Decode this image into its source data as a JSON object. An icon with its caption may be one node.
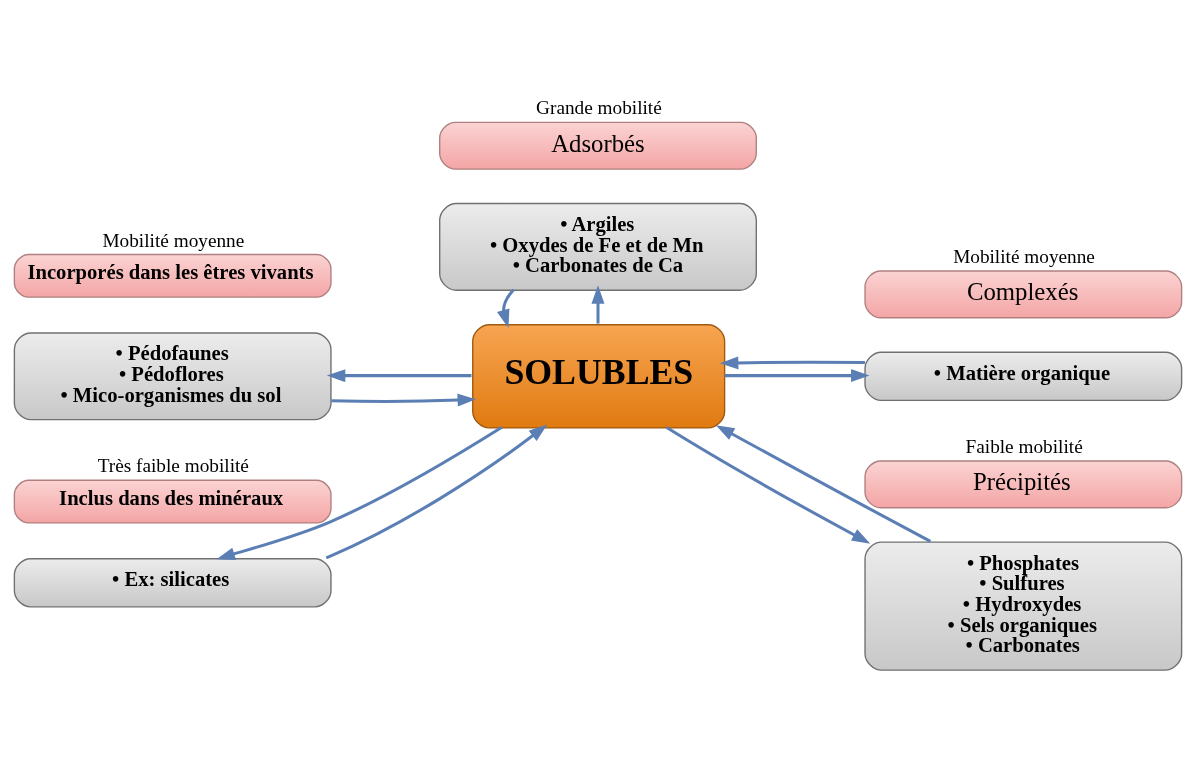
{
  "diagram": {
    "nodes": [
      {
        "text": [
          "Adsorbés"
        ],
        "beside": [
          "Grande mobilité"
        ]
      },
      {
        "text": [
          "• Argiles",
          "• Oxydes de Fe et de Mn",
          "• Carbonates de Ca"
        ]
      },
      {
        "text": [
          "Incorporés dans les êtres vivants"
        ],
        "beside": [
          "Mobilité moyenne"
        ]
      },
      {
        "text": [
          "• Pédofaunes",
          "• Pédoflores",
          "• Mico-organismes du sol"
        ]
      },
      {
        "text": [
          "Complexés"
        ],
        "beside": [
          "Mobilité moyenne"
        ]
      },
      {
        "text": [
          "• Matière organique"
        ]
      },
      {
        "text": [
          "SOLUBLES"
        ]
      },
      {
        "text": [
          "Précipités"
        ],
        "beside": [
          "Faible mobilité"
        ]
      },
      {
        "text": [
          "• Phosphates",
          "• Sulfures",
          "• Hydroxydes",
          "• Sels organiques",
          "• Carbonates"
        ]
      },
      {
        "text": [
          "Inclus dans des minéraux"
        ],
        "beside": [
          "Très faible mobilité"
        ]
      },
      {
        "text": [
          "• Ex: silicates"
        ]
      }
    ],
    "edges": [
      {
        "from": 6,
        "to": 1,
        "arrow": "to"
      },
      {
        "from": 1,
        "to": 6,
        "arrow": "to"
      },
      {
        "from": 3,
        "to": 6,
        "arrow": "to"
      },
      {
        "from": 6,
        "to": 3,
        "arrow": "to"
      },
      {
        "from": 6,
        "to": 5,
        "arrow": "to"
      },
      {
        "from": 5,
        "to": 6,
        "arrow": "to"
      },
      {
        "from": 6,
        "to": 8,
        "arrow": "to"
      },
      {
        "from": 8,
        "to": 6,
        "arrow": "to"
      },
      {
        "from": 10,
        "to": 6,
        "arrow": "to"
      },
      {
        "from": 6,
        "to": 10,
        "arrow": "to"
      }
    ]
  }
}
